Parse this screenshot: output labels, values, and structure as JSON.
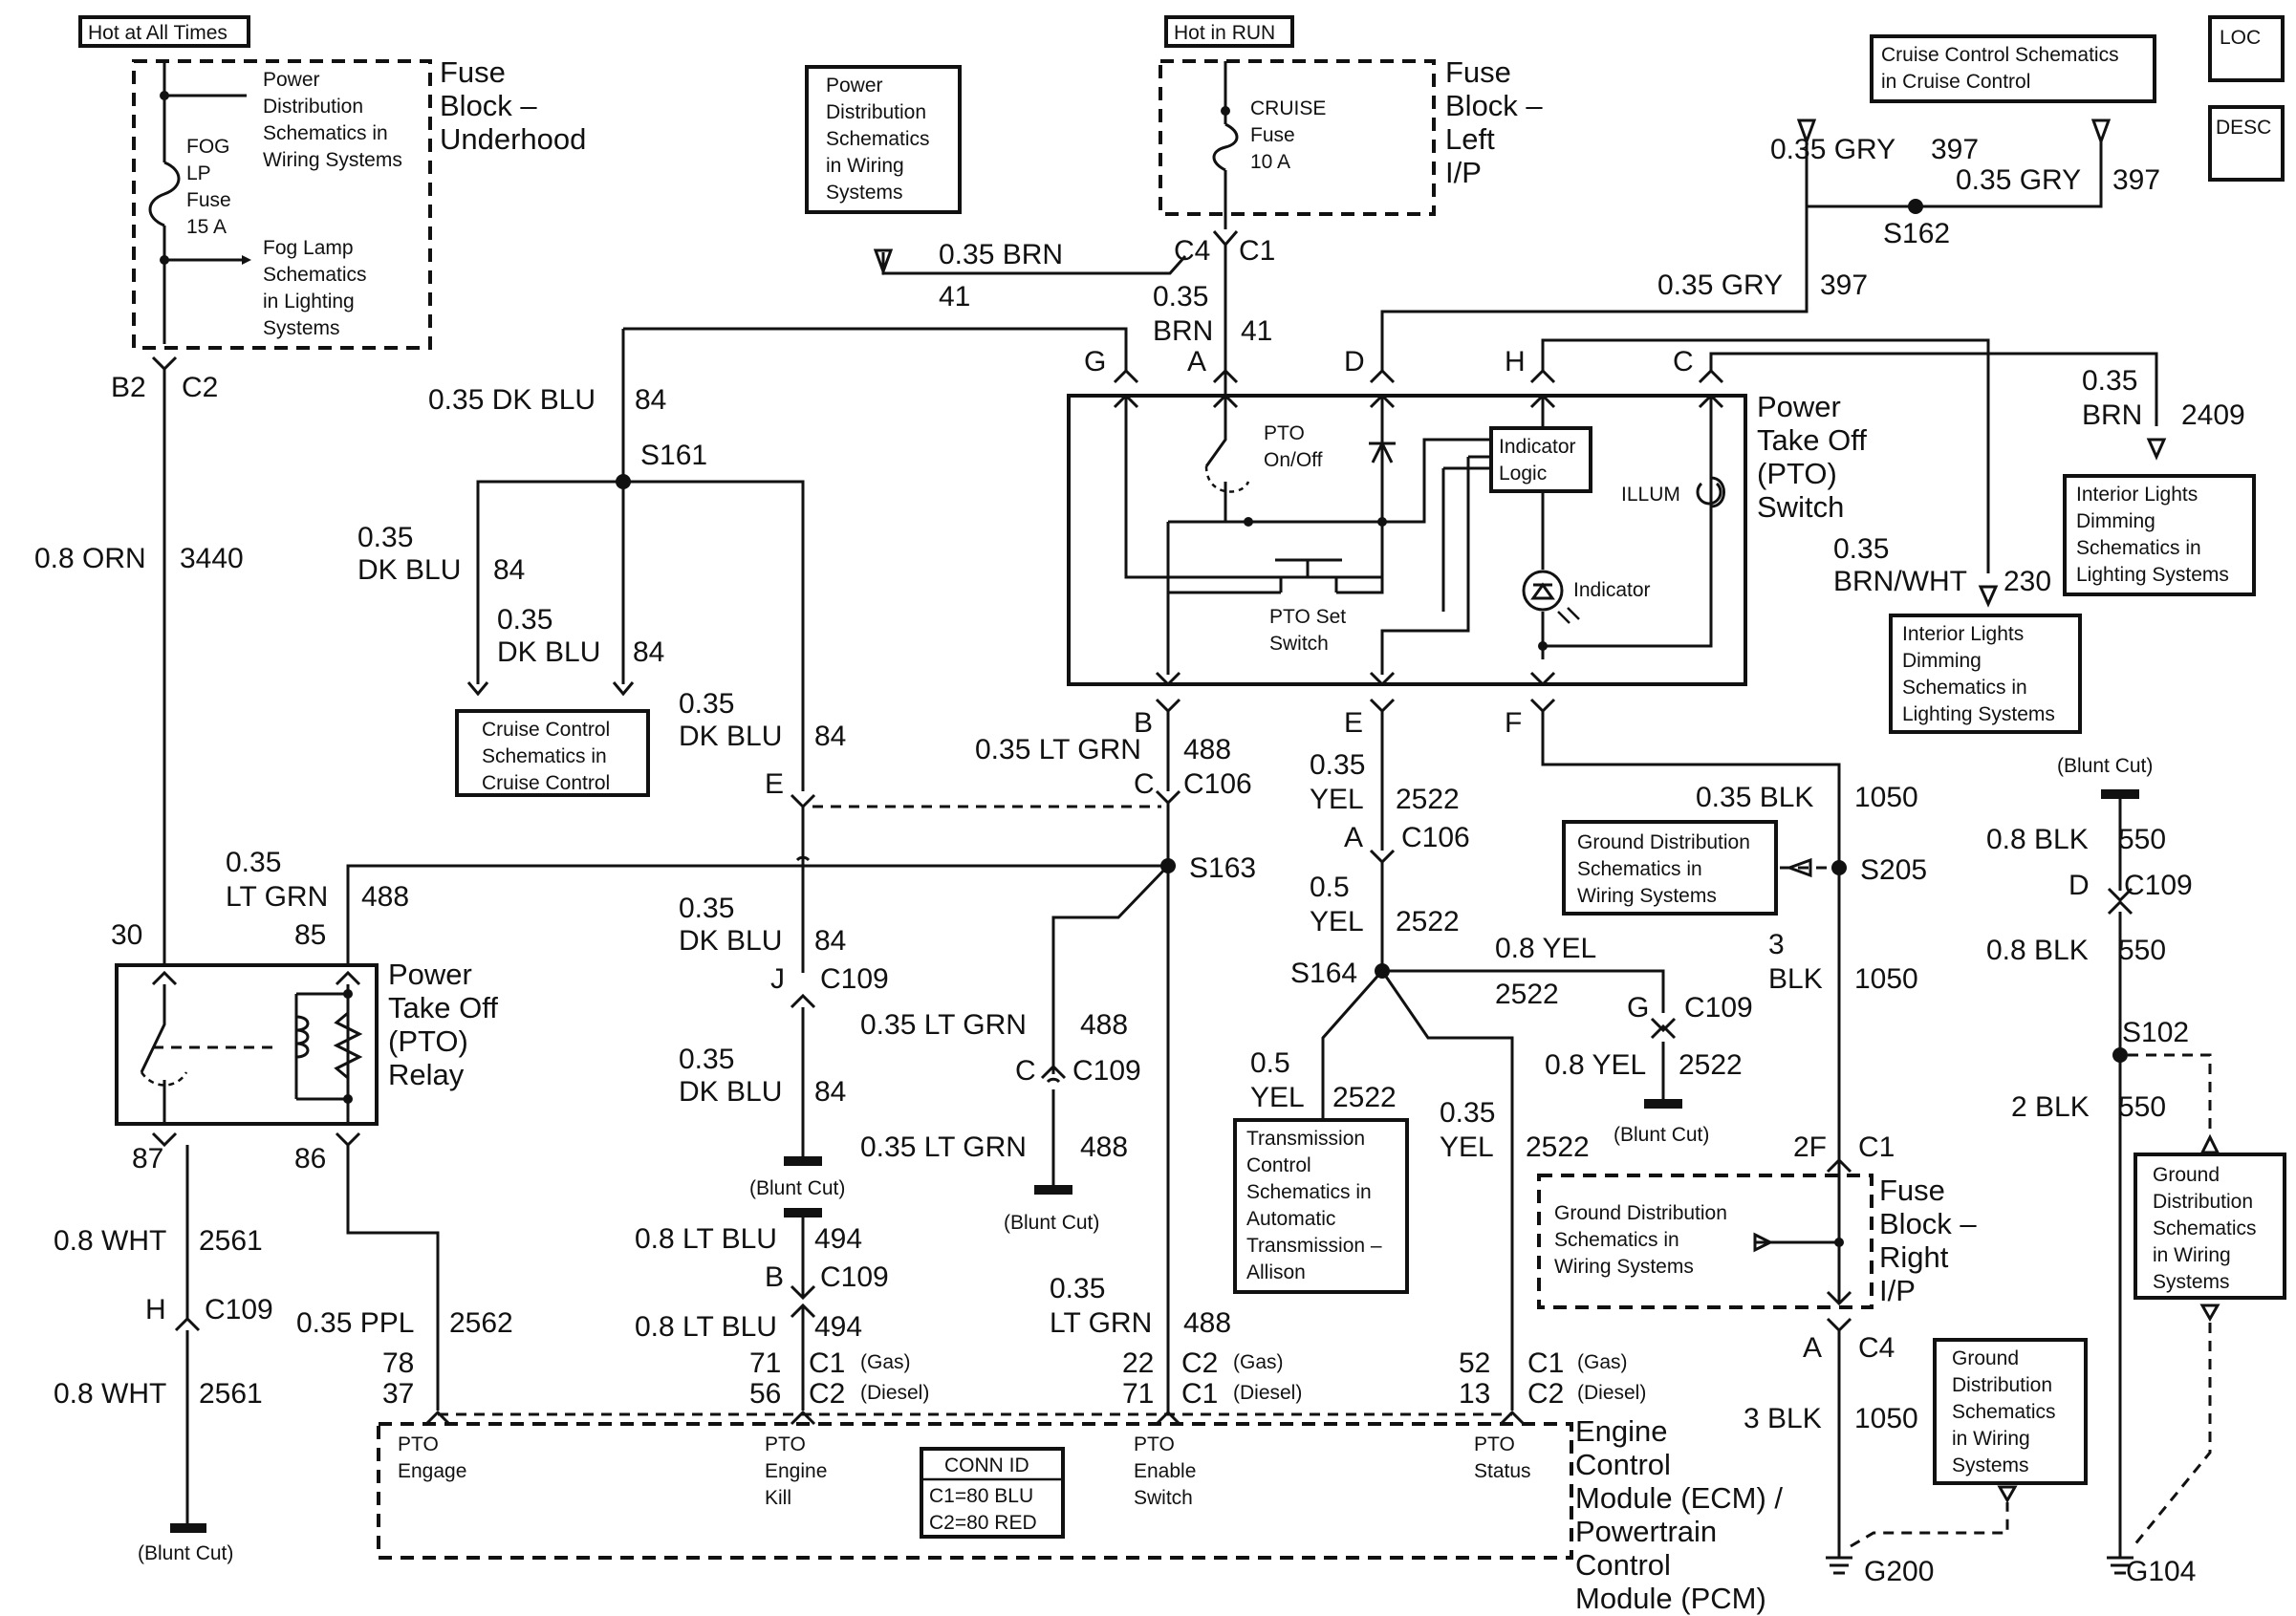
{
  "labels": {
    "hot_all": "Hot at All Times",
    "hot_run": "Hot in RUN",
    "loc": "LOC",
    "desc": "DESC"
  },
  "fuse_underhood": {
    "title": [
      "Fuse",
      "Block –",
      "Underhood"
    ],
    "fuse": [
      "FOG",
      "LP",
      "Fuse",
      "15 A"
    ],
    "pwr_ref": [
      "Power",
      "Distribution",
      "Schematics in",
      "Wiring Systems"
    ],
    "fog_ref": [
      "Fog Lamp",
      "Schematics",
      "in Lighting",
      "Systems"
    ]
  },
  "fuse_ip_left": {
    "title": [
      "Fuse",
      "Block –",
      "Left",
      "I/P"
    ],
    "fuse": [
      "CRUISE",
      "Fuse",
      "10 A"
    ]
  },
  "fuse_ip_right": {
    "title": [
      "Fuse",
      "Block –",
      "Right",
      "I/P"
    ],
    "gnd_ref": [
      "Ground Distribution",
      "Schematics in",
      "Wiring Systems"
    ]
  },
  "boxes": {
    "pwr_dist": [
      "Power",
      "Distribution",
      "Schematics",
      "in Wiring",
      "Systems"
    ],
    "cruise_top": [
      "Cruise Control Schematics",
      "in Cruise Control"
    ],
    "cruise_left": [
      "Cruise Control",
      "Schematics in",
      "Cruise Control"
    ],
    "int_lights_1": [
      "Interior Lights",
      "Dimming",
      "Schematics in",
      "Lighting Systems"
    ],
    "int_lights_2": [
      "Interior Lights",
      "Dimming",
      "Schematics in",
      "Lighting Systems"
    ],
    "gnd_dist_1": [
      "Ground Distribution",
      "Schematics in",
      "Wiring Systems"
    ],
    "trans": [
      "Transmission",
      "Control",
      "Schematics in",
      "Automatic",
      "Transmission –",
      "Allison"
    ],
    "gnd_dist_2": [
      "Ground",
      "Distribution",
      "Schematics",
      "in Wiring",
      "Systems"
    ],
    "gnd_dist_3": [
      "Ground",
      "Distribution",
      "Schematics",
      "in Wiring",
      "Systems"
    ]
  },
  "pto_switch": {
    "title": [
      "Power",
      "Take Off",
      "(PTO)",
      "Switch"
    ],
    "onoff": [
      "PTO",
      "On/Off"
    ],
    "set": [
      "PTO Set",
      "Switch"
    ],
    "logic": [
      "Indicator",
      "Logic"
    ],
    "illum": "ILLUM",
    "indicator": "Indicator"
  },
  "pto_relay": {
    "title": [
      "Power",
      "Take Off",
      "(PTO)",
      "Relay"
    ]
  },
  "ecm": {
    "title": [
      "Engine",
      "Control",
      "Module (ECM) /",
      "Powertrain",
      "Control",
      "Module (PCM)"
    ],
    "pins": [
      [
        "PTO",
        "Engage"
      ],
      [
        "PTO",
        "Engine",
        "Kill"
      ],
      [
        "PTO",
        "Enable",
        "Switch"
      ],
      [
        "PTO",
        "Status"
      ]
    ],
    "conn_id": [
      "CONN ID",
      "C1=80 BLU",
      "C2=80 RED"
    ]
  },
  "splices": [
    "S161",
    "S162",
    "S163",
    "S164",
    "S205",
    "S102"
  ],
  "grounds": [
    "G200",
    "G104"
  ],
  "blunt_cut": "(Blunt Cut)",
  "conn_suffix": {
    "gas": "(Gas)",
    "diesel": "(Diesel)"
  },
  "wires": {
    "w3440": [
      "0.8 ORN",
      "3440"
    ],
    "w488a": [
      "0.35",
      "LT GRN",
      "488"
    ],
    "w2561a": [
      "0.8 WHT",
      "2561"
    ],
    "w2561b": [
      "0.8 WHT",
      "2561"
    ],
    "w2562": [
      "0.35 PPL",
      "2562"
    ],
    "w84a": [
      "0.35 DK BLU",
      "84"
    ],
    "w84b": [
      "0.35",
      "DK BLU",
      "84"
    ],
    "w84c": [
      "0.35",
      "DK BLU",
      "84"
    ],
    "w84d": [
      "0.35",
      "DK BLU",
      "84"
    ],
    "w84e": [
      "0.35",
      "DK BLU",
      "84"
    ],
    "w84f": [
      "0.35",
      "DK BLU",
      "84"
    ],
    "w494a": [
      "0.8 LT BLU",
      "494"
    ],
    "w494b": [
      "0.8 LT BLU",
      "494"
    ],
    "w41a": [
      "0.35 BRN",
      "41"
    ],
    "w41b": [
      "0.35",
      "BRN",
      "41"
    ],
    "w488b": [
      "0.35 LT GRN",
      "488"
    ],
    "w488c": [
      "0.35 LT GRN",
      "488"
    ],
    "w488d": [
      "0.35 LT GRN",
      "488"
    ],
    "w488e": [
      "0.35",
      "LT GRN",
      "488"
    ],
    "w2522a": [
      "0.35",
      "YEL",
      "2522"
    ],
    "w2522b": [
      "0.5",
      "YEL",
      "2522"
    ],
    "w2522c": [
      "0.8 YEL",
      "2522"
    ],
    "w2522d": [
      "0.8 YEL",
      "2522"
    ],
    "w2522e": [
      "0.5",
      "YEL",
      "2522"
    ],
    "w2522f": [
      "0.35",
      "YEL",
      "2522"
    ],
    "w397a": [
      "0.35 GRY",
      "397"
    ],
    "w397b": [
      "0.35 GRY",
      "397"
    ],
    "w397c": [
      "0.35 GRY",
      "397"
    ],
    "w2409": [
      "0.35",
      "BRN",
      "2409"
    ],
    "w230": [
      "0.35",
      "BRN/WHT",
      "230"
    ],
    "w1050a": [
      "0.35 BLK",
      "1050"
    ],
    "w1050b": [
      "3",
      "BLK",
      "1050"
    ],
    "w1050c": [
      "3 BLK",
      "1050"
    ],
    "w550a": [
      "0.8 BLK",
      "550"
    ],
    "w550b": [
      "0.8 BLK",
      "550"
    ],
    "w550c": [
      "2 BLK",
      "550"
    ]
  },
  "connectors": {
    "b2": "B2",
    "c2": "C2",
    "n30": "30",
    "n85": "85",
    "n87": "87",
    "n86": "86",
    "h": "H",
    "c109a": "C109",
    "n78": "78",
    "n37": "37",
    "e": "E",
    "j": "J",
    "c109b": "C109",
    "b": "B",
    "c109c": "C109",
    "n71a": "71",
    "n56": "56",
    "c1a": "C1",
    "c2a": "C2",
    "g": "G",
    "a": "A",
    "d": "D",
    "hh": "H",
    "cc": "C",
    "c4": "C4",
    "c1b": "C1",
    "bb": "B",
    "c106a": "C106",
    "ccx": "C",
    "cpin": "C",
    "c109d": "C109",
    "n22": "22",
    "n71b": "71",
    "c2b": "C2",
    "c1c": "C1",
    "ee": "E",
    "aa": "A",
    "c106b": "C106",
    "gg": "G",
    "c109e": "C109",
    "n52": "52",
    "n13": "13",
    "c1d": "C1",
    "c2c": "C2",
    "ff": "F",
    "n2f": "2F",
    "c1e": "C1",
    "ax": "A",
    "c4b": "C4",
    "dx": "D",
    "c109f": "C109"
  }
}
